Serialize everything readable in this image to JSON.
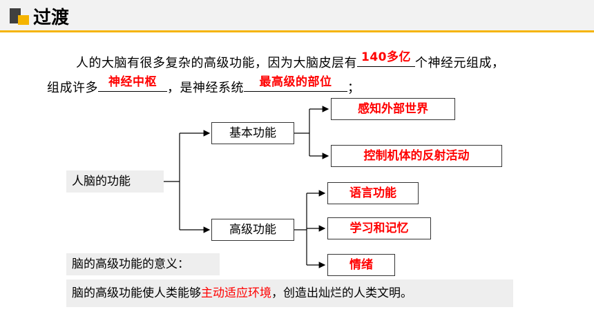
{
  "header": {
    "title": "过渡"
  },
  "intro": {
    "line1_text": "人的大脑有很多复杂的高级功能，因为大脑皮层有",
    "line1_blank": "140多亿",
    "line1_tail": "个神经元组成，",
    "line2_text_a": "组成许多",
    "line2_blank_a": "神经中枢",
    "line2_text_b": "，是神经系统",
    "line2_blank_b": "最高级的部位",
    "line2_tail": "；"
  },
  "diagram": {
    "root": "人脑的功能",
    "basic": "基本功能",
    "basic_items": [
      "感知外部世界",
      "控制机体的反射活动"
    ],
    "advanced": "高级功能",
    "advanced_items": [
      "语言功能",
      "学习和记忆",
      "情绪"
    ]
  },
  "meaning": {
    "label": "脑的高级功能的意义：",
    "text_a": "脑的高级功能使人类能够",
    "highlight": "主动适应环境",
    "text_b": "，创造出灿烂的人类文明。"
  },
  "colors": {
    "accent": "#f5b400",
    "answer": "#ff0000",
    "header_bg": "#f2f2f2"
  }
}
